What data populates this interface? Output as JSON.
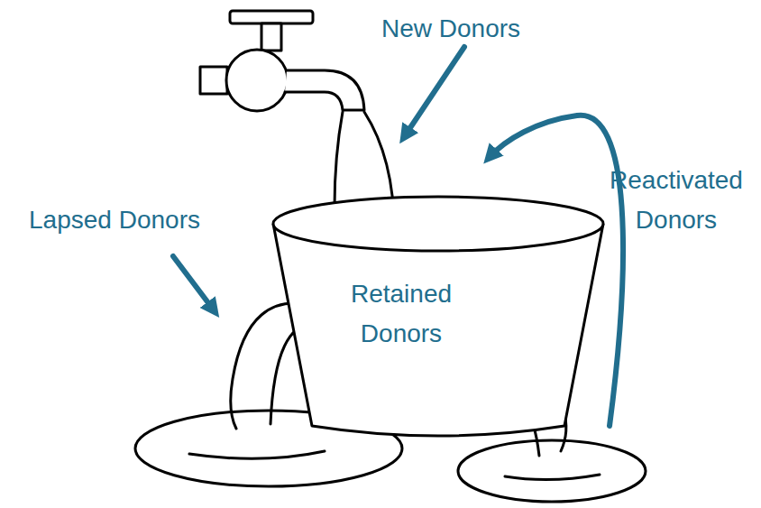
{
  "diagram": {
    "nodes": [
      {
        "text": [
          "Retained Donors"
        ]
      }
    ],
    "labels": [
      "New Donors",
      "Reactivated Donors",
      "Lapsed Donors"
    ]
  }
}
